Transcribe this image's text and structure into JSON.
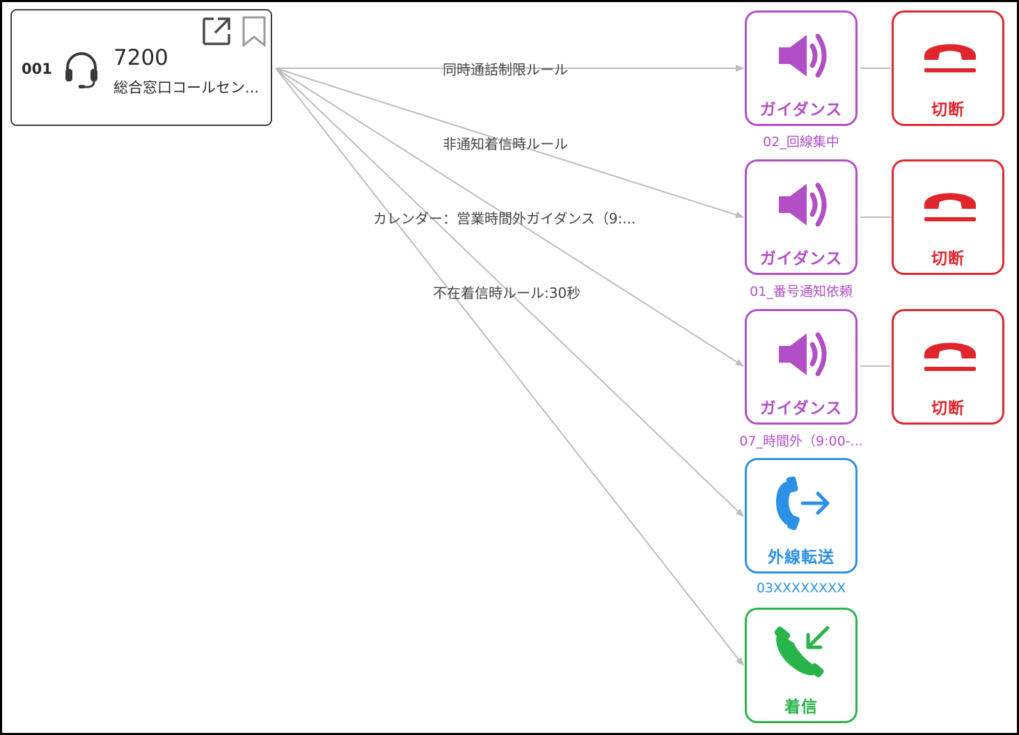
{
  "colors": {
    "guidance": "#b24fc6",
    "hangup": "#e0262c",
    "transfer": "#2b90e6",
    "incoming": "#28b44a",
    "edge": "#bdbdbd"
  },
  "source": {
    "index": "001",
    "extension": "7200",
    "name": "総合窓口コールセン..."
  },
  "edges": [
    {
      "label": "同時通話制限ルール"
    },
    {
      "label": "非通知着信時ルール"
    },
    {
      "label": "カレンダー：営業時間外ガイダンス（9:..."
    },
    {
      "label": "不在着信時ルール:30秒"
    }
  ],
  "nodes": [
    {
      "label": "ガイダンス",
      "caption": "02_回線集中",
      "icon": "speaker-icon"
    },
    {
      "label": "ガイダンス",
      "caption": "01_番号通知依頼",
      "icon": "speaker-icon"
    },
    {
      "label": "ガイダンス",
      "caption": "07_時間外（9:00-...",
      "icon": "speaker-icon"
    },
    {
      "label": "外線転送",
      "caption": "03XXXXXXXX",
      "icon": "phone-forward-icon"
    },
    {
      "label": "着信",
      "caption": "",
      "icon": "phone-incoming-icon"
    }
  ],
  "hangups": [
    {
      "label": "切断",
      "icon": "hangup-icon"
    },
    {
      "label": "切断",
      "icon": "hangup-icon"
    },
    {
      "label": "切断",
      "icon": "hangup-icon"
    }
  ]
}
